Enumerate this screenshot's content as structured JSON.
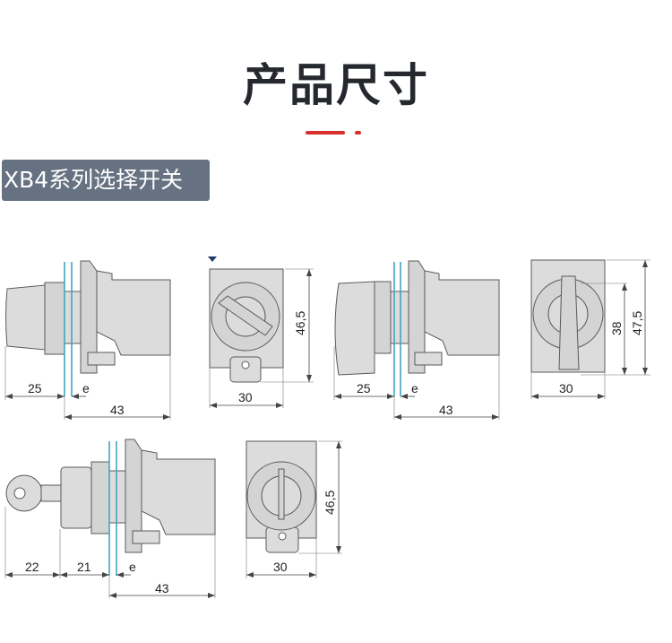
{
  "header": {
    "title": "产品尺寸",
    "accent_color": "#d9302c"
  },
  "section_tag": {
    "label": "XB4系列选择开关",
    "background": "#667181"
  },
  "drawings": [
    {
      "name": "short-handle-side-view",
      "dims": {
        "front": "25",
        "panel": "e",
        "depth": "43"
      }
    },
    {
      "name": "short-handle-front-view",
      "dims": {
        "width": "30",
        "height": "46,5"
      }
    },
    {
      "name": "long-handle-side-view",
      "dims": {
        "front": "25",
        "panel": "e",
        "depth": "43"
      }
    },
    {
      "name": "long-handle-front-view",
      "dims": {
        "width": "30",
        "inner_height": "38",
        "height": "47,5"
      }
    },
    {
      "name": "key-switch-side-view",
      "dims": {
        "key": "22",
        "front": "21",
        "panel": "e",
        "depth": "43"
      }
    },
    {
      "name": "key-switch-front-view",
      "dims": {
        "width": "30",
        "height": "46,5"
      }
    }
  ]
}
